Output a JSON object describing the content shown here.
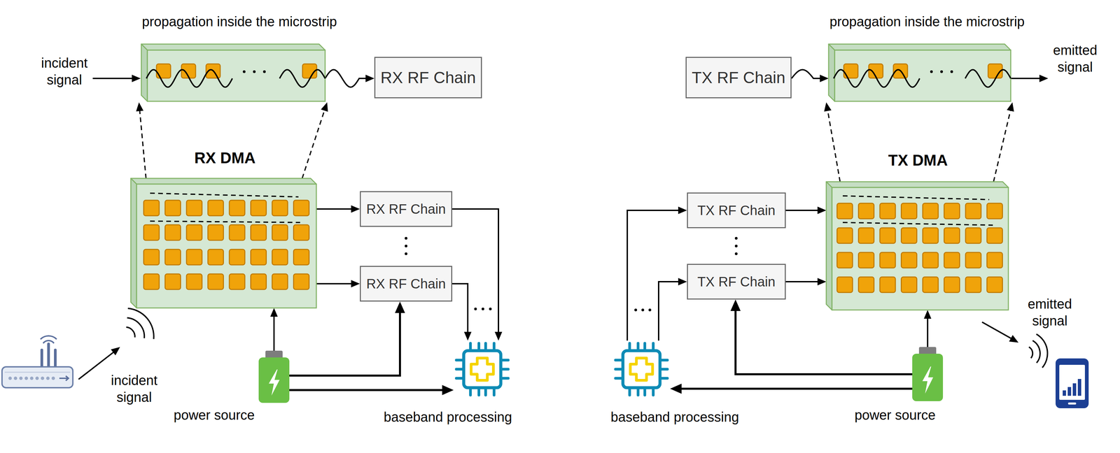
{
  "diagram": {
    "nodes": [
      {
        "text": [
          "propagation inside the microstrip"
        ]
      },
      {
        "text": [
          "RX RF Chain"
        ]
      },
      {
        "text": [
          "TX RF Chain"
        ]
      },
      {
        "text": [
          "propagation inside the microstrip"
        ]
      },
      {
        "text": [
          "RX DMA"
        ]
      },
      {
        "text": [
          "RX RF Chain"
        ]
      },
      {
        "text": [
          "RX RF Chain"
        ]
      },
      {
        "text": [
          "TX RF Chain"
        ]
      },
      {
        "text": [
          "TX RF Chain"
        ]
      },
      {
        "text": [
          "TX DMA"
        ]
      },
      {
        "text": [
          "power source"
        ]
      },
      {
        "text": [
          "baseband processing"
        ]
      },
      {
        "text": [
          "baseband processing"
        ]
      },
      {
        "text": [
          "power source"
        ]
      }
    ],
    "edges": [
      {
        "from": 0,
        "to": 1,
        "arrow": "to"
      },
      {
        "from": 4,
        "to": 0,
        "arrow": "to"
      },
      {
        "from": 4,
        "to": 0,
        "arrow": "to"
      },
      {
        "from": 4,
        "to": 5,
        "arrow": "to"
      },
      {
        "from": 4,
        "to": 6,
        "arrow": "to"
      },
      {
        "from": 5,
        "to": 11,
        "arrow": "to"
      },
      {
        "from": 6,
        "to": 11,
        "arrow": "to"
      },
      {
        "from": 10,
        "to": 4,
        "arrow": "to"
      },
      {
        "from": 10,
        "to": 6,
        "arrow": "to"
      },
      {
        "from": 10,
        "to": 11,
        "arrow": "to"
      },
      {
        "from": 2,
        "to": 3,
        "arrow": "to"
      },
      {
        "from": 9,
        "to": 3,
        "arrow": "to"
      },
      {
        "from": 9,
        "to": 3,
        "arrow": "to"
      },
      {
        "from": 12,
        "to": 7,
        "arrow": "to"
      },
      {
        "from": 12,
        "to": 8,
        "arrow": "to"
      },
      {
        "from": 7,
        "to": 9,
        "arrow": "to"
      },
      {
        "from": 8,
        "to": 9,
        "arrow": "to"
      },
      {
        "from": 13,
        "to": 9,
        "arrow": "to"
      },
      {
        "from": 13,
        "to": 8,
        "arrow": "to"
      },
      {
        "from": 13,
        "to": 12,
        "arrow": "to"
      }
    ],
    "labels": [
      "incident signal",
      "incident signal",
      "emitted signal",
      "emitted signal"
    ]
  }
}
